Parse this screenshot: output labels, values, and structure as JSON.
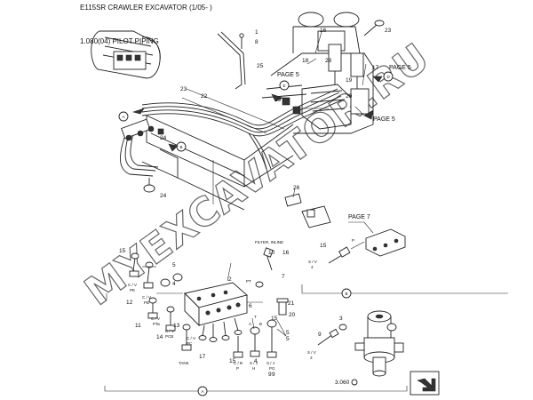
{
  "header": {
    "title": "E115SR CRAWLER EXCAVATOR (1/05- )",
    "section": "1.080(04) PILOT PIPING"
  },
  "watermark": "MYEXCAVATOR.RU",
  "callouts_top": {
    "c1": "1",
    "c8": "8",
    "c25": "25",
    "c23a": "23",
    "c22": "22",
    "c24a": "24",
    "c24b": "24",
    "c16a": "16",
    "c18": "18",
    "c28": "28",
    "c23b": "23",
    "c17a": "17",
    "c19": "19",
    "c29": "29",
    "c20": "20",
    "c26": "26"
  },
  "page_refs": {
    "p5a": "PAGE 5",
    "p5b": "PAGE 5",
    "p5c": "PAGE 5",
    "p7": "PAGE 7"
  },
  "circle_refs": {
    "A": "A",
    "B": "B",
    "E": "E",
    "D": "D"
  },
  "callouts_bottom": {
    "c15a": "15",
    "c5a": "5",
    "c4a": "4",
    "c2": "2",
    "c12": "12",
    "c11": "11",
    "c14": "14",
    "c13": "13",
    "c17b": "17",
    "c6": "6",
    "c10": "10",
    "c16b": "16",
    "c7": "7",
    "c21": "21",
    "c20b": "20",
    "c5b": "5",
    "c5c": "5",
    "c15b": "15",
    "c4b": "4",
    "c9a": "9",
    "c15c": "15",
    "c9b": "9",
    "c3": "3",
    "c4c": "4",
    "c15d": "15",
    "c9c": "9"
  },
  "port_labels": {
    "filter": "FILTER, INLINE",
    "cvpe": "C / V",
    "pe": "PE",
    "cvpb": "C / V",
    "pb": "PB",
    "cvpt": "C / V",
    "pta": "PTa",
    "cvpcb": "C / V",
    "pcb": "PCB",
    "cvpc": "C / V",
    "pc": "PC",
    "tank": "TANK",
    "cbp": "C / B",
    "pp": "P",
    "sj1": "S / J",
    "h1": "H",
    "sj2": "S / J",
    "pg": "PG",
    "sv1": "S / V",
    "sv1n": "4",
    "sv2": "S / V",
    "sv2n": "3",
    "pt": "PT",
    "p": "P",
    "t": "T",
    "a": "A",
    "b": "B"
  },
  "section_refs": {
    "B": "B",
    "A": "A"
  },
  "ref_3060": "3.060"
}
